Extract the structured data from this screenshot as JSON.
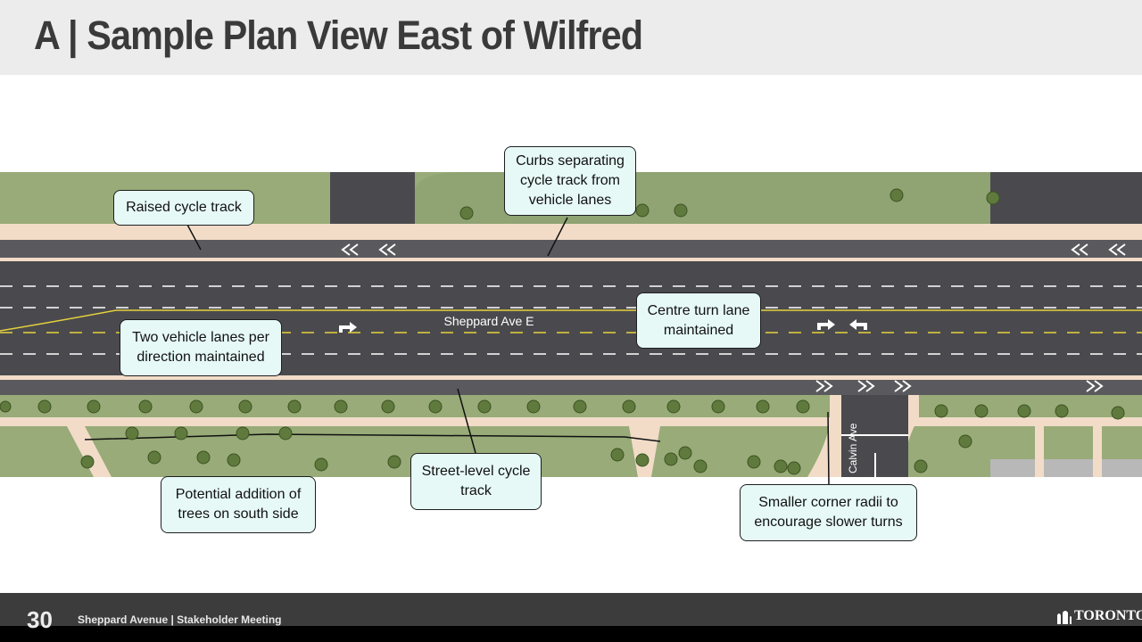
{
  "title": "A | Sample Plan View East of Wilfred",
  "street_name": "Sheppard Ave E",
  "cross_street": "Calvin Ave",
  "callouts": {
    "raised_cycle_track": "Raised cycle track",
    "curbs_separating": "Curbs separating cycle track from vehicle lanes",
    "centre_turn_lane": "Centre turn lane maintained",
    "two_vehicle_lanes": "Two vehicle lanes per direction maintained",
    "street_level_track": "Street-level cycle track",
    "potential_trees": "Potential addition of trees on south side",
    "smaller_corner_radii": "Smaller corner radii to encourage slower turns"
  },
  "footer": {
    "page_number": "30",
    "meeting_label": "Sheppard Avenue | Stakeholder Meeting",
    "logo_text": "TORONTO"
  },
  "colors": {
    "road": "#4a4a4e",
    "sidewalk": "#f2dcc8",
    "grass": "#98ab78",
    "callout_fill": "#e6f9f7",
    "header_bg": "#ececec",
    "footer_bg": "#3c3c3c"
  }
}
